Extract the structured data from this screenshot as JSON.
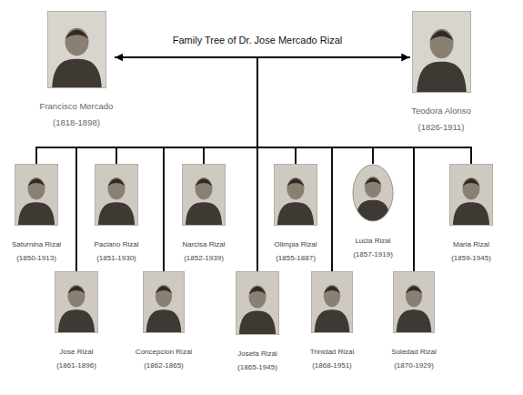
{
  "diagram": {
    "title": "Family Tree of Dr. Jose Mercado Rizal",
    "nodes": [
      {
        "text": [
          "Francisco Mercado",
          "(1818-1898)"
        ]
      },
      {
        "text": [
          "Teodora Alonso",
          "(1826-1911)"
        ]
      },
      {
        "text": [
          "Saturnina Rizal",
          "(1850-1913)"
        ]
      },
      {
        "text": [
          "Paciano Rizal",
          "(1851-1930)"
        ]
      },
      {
        "text": [
          "Narcisa Rizal",
          "(1852-1939)"
        ]
      },
      {
        "text": [
          "Olimpia Rizal",
          "(1855-1887)"
        ]
      },
      {
        "text": [
          "Lucia Rizal",
          "(1857-1919)"
        ]
      },
      {
        "text": [
          "Maria Rizal",
          "(1859-1945)"
        ]
      },
      {
        "text": [
          "Jose Rizal",
          "(1861-1896)"
        ]
      },
      {
        "text": [
          "Concepcion  Rizal",
          "(1862-1865)"
        ]
      },
      {
        "text": [
          "Josefa Rizal",
          "(1865-1945)"
        ]
      },
      {
        "text": [
          "Trinidad Rizal",
          "(1868-1951)"
        ]
      },
      {
        "text": [
          "Soledad Rizal",
          "(1870-1929)"
        ]
      }
    ],
    "edges": [
      {
        "from": 0,
        "to": 1,
        "arrow": "both"
      },
      {
        "from": 0,
        "to": 2,
        "arrow": "none"
      },
      {
        "from": 1,
        "to": 2,
        "arrow": "none"
      },
      {
        "from": 0,
        "to": 3,
        "arrow": "none"
      },
      {
        "from": 1,
        "to": 3,
        "arrow": "none"
      },
      {
        "from": 0,
        "to": 4,
        "arrow": "none"
      },
      {
        "from": 1,
        "to": 4,
        "arrow": "none"
      },
      {
        "from": 0,
        "to": 5,
        "arrow": "none"
      },
      {
        "from": 1,
        "to": 5,
        "arrow": "none"
      },
      {
        "from": 0,
        "to": 6,
        "arrow": "none"
      },
      {
        "from": 1,
        "to": 6,
        "arrow": "none"
      },
      {
        "from": 0,
        "to": 7,
        "arrow": "none"
      },
      {
        "from": 1,
        "to": 7,
        "arrow": "none"
      },
      {
        "from": 0,
        "to": 8,
        "arrow": "none"
      },
      {
        "from": 1,
        "to": 8,
        "arrow": "none"
      },
      {
        "from": 0,
        "to": 9,
        "arrow": "none"
      },
      {
        "from": 1,
        "to": 9,
        "arrow": "none"
      },
      {
        "from": 0,
        "to": 10,
        "arrow": "none"
      },
      {
        "from": 1,
        "to": 10,
        "arrow": "none"
      },
      {
        "from": 0,
        "to": 11,
        "arrow": "none"
      },
      {
        "from": 1,
        "to": 11,
        "arrow": "none"
      },
      {
        "from": 0,
        "to": 12,
        "arrow": "none"
      },
      {
        "from": 1,
        "to": 12,
        "arrow": "none"
      }
    ]
  }
}
